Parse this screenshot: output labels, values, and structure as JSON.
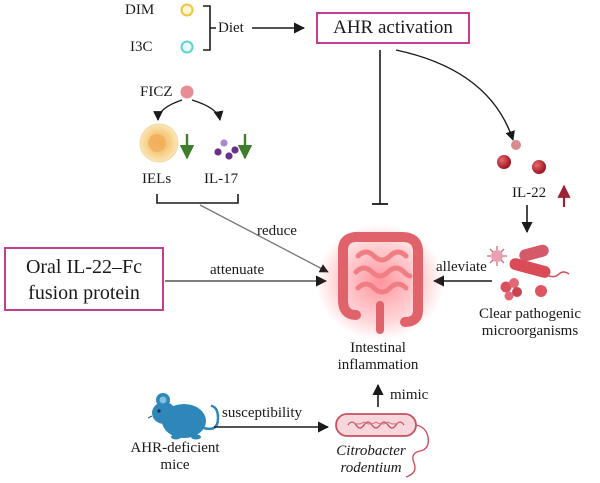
{
  "labels": {
    "dim": "DIM",
    "i3c": "I3C",
    "diet": "Diet",
    "ahr_activation": "AHR activation",
    "ficz": "FICZ",
    "iels": "IELs",
    "il17": "IL-17",
    "il22": "IL-22",
    "reduce": "reduce",
    "oral_line1": "Oral IL-22–Fc",
    "oral_line2": "fusion protein",
    "attenuate": "attenuate",
    "alleviate": "alleviate",
    "clear_line1": "Clear  pathogenic",
    "clear_line2": "microorganisms",
    "intestinal_line1": "Intestinal",
    "intestinal_line2": "inflammation",
    "mimic": "mimic",
    "susceptibility": "susceptibility",
    "ahr_mice_line1": "AHR-deficient",
    "ahr_mice_line2": "mice",
    "citro_line1": "Citrobacter",
    "citro_line2": "rodentium"
  },
  "colors": {
    "highlight_box": "#c2408f",
    "down_arrow": "#3e7d2a",
    "up_arrow": "#9b2335",
    "intestine": "#e0626a",
    "mouse": "#2f86b8",
    "dim_circle": "#f2c53d",
    "i3c_circle": "#5fd3c8",
    "ficz_circle": "#e88d94",
    "il22_dots": "#b51f2c",
    "il17_dots": "#6a2f8a"
  },
  "icons": [
    "intestine-icon",
    "mouse-icon",
    "bacterium-icon",
    "cell-icon",
    "molecule-icon",
    "microbe-cluster-icon"
  ]
}
